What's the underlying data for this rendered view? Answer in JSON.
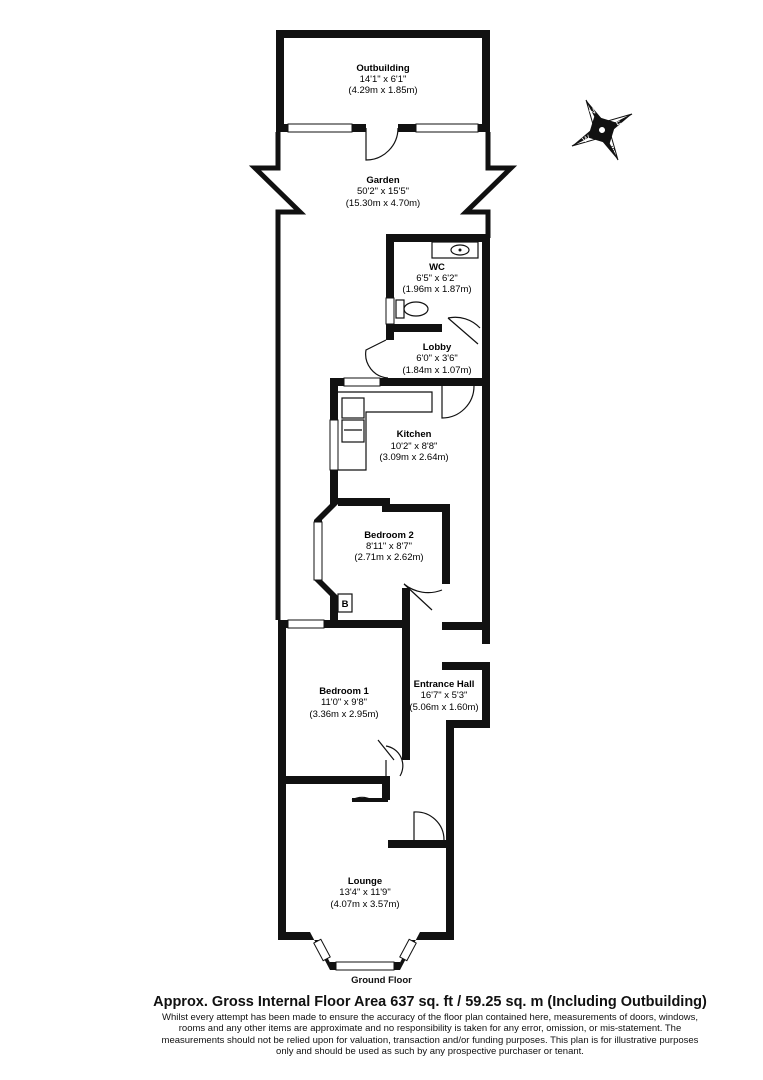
{
  "rooms": [
    {
      "name": "Outbuilding",
      "imperial": "14'1\" x 6'1\"",
      "metric": "(4.29m x 1.85m)"
    },
    {
      "name": "Garden",
      "imperial": "50'2\" x 15'5\"",
      "metric": "(15.30m x 4.70m)"
    },
    {
      "name": "WC",
      "imperial": "6'5\" x 6'2\"",
      "metric": "(1.96m x 1.87m)"
    },
    {
      "name": "Lobby",
      "imperial": "6'0\" x 3'6\"",
      "metric": "(1.84m x 1.07m)"
    },
    {
      "name": "Kitchen",
      "imperial": "10'2\" x 8'8\"",
      "metric": "(3.09m x 2.64m)"
    },
    {
      "name": "Bedroom 2",
      "imperial": "8'11\" x 8'7\"",
      "metric": "(2.71m x 2.62m)"
    },
    {
      "name": "Bedroom 1",
      "imperial": "11'0\" x 9'8\"",
      "metric": "(3.36m x 2.95m)"
    },
    {
      "name": "Entrance Hall",
      "imperial": "16'7\" x 5'3\"",
      "metric": "(5.06m x 1.60m)"
    },
    {
      "name": "Lounge",
      "imperial": "13'4\" x 11'9\"",
      "metric": "(4.07m x 3.57m)"
    }
  ],
  "boiler_label": "B",
  "compass": {
    "n": "N",
    "e": "E",
    "s": "S",
    "w": "W"
  },
  "floor_label": "Ground Floor",
  "area_text": "Approx. Gross Internal Floor Area 637 sq. ft / 59.25 sq. m (Including Outbuilding)",
  "disclaimer": [
    "Whilst every attempt has been made to ensure the accuracy of the floor plan contained here, measurements of doors, windows,",
    "rooms and any other items are approximate and no responsibility is taken for any error, omission, or mis-statement. The",
    "measurements should not be relied upon for valuation, transaction and/or funding purposes. This plan is for illustrative purposes",
    "only and should be used as such by any prospective purchaser or tenant."
  ]
}
